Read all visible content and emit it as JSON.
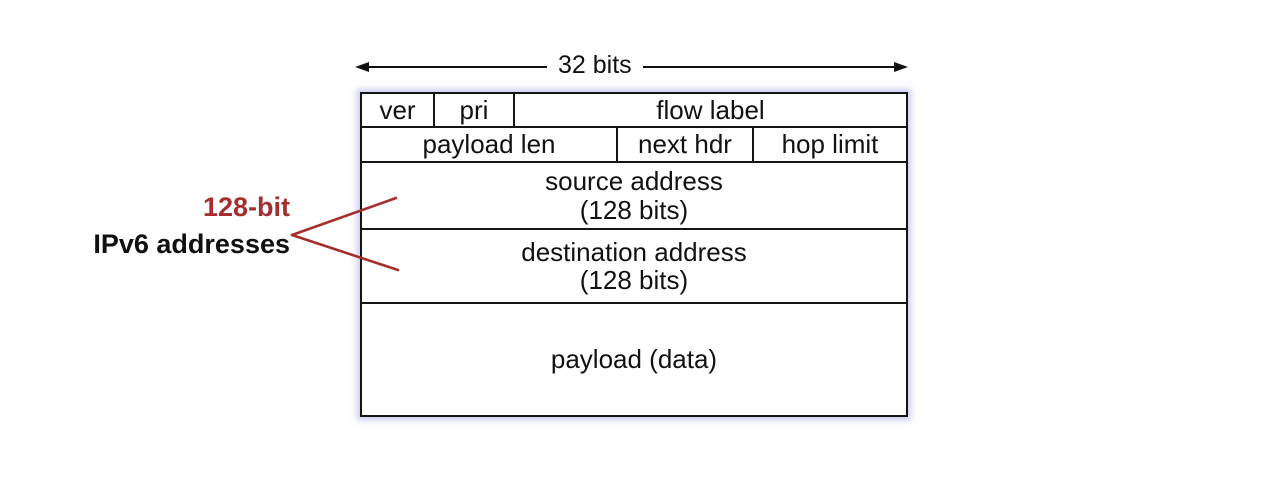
{
  "annotation": {
    "width_label": "32 bits"
  },
  "side_annotation": {
    "emphasis": "128-bit",
    "label": "IPv6 addresses"
  },
  "fields": {
    "ver": "ver",
    "pri": "pri",
    "flow_label": "flow label",
    "payload_len": "payload len",
    "next_hdr": "next hdr",
    "hop_limit": "hop limit",
    "source_address": "source address",
    "source_address_size": "(128 bits)",
    "destination_address": "destination address",
    "destination_address_size": "(128 bits)",
    "payload": "payload (data)"
  },
  "colors": {
    "accent_red": "#A52E2E",
    "line_black": "#141414",
    "glow_lavender": "#C9C9F0"
  }
}
